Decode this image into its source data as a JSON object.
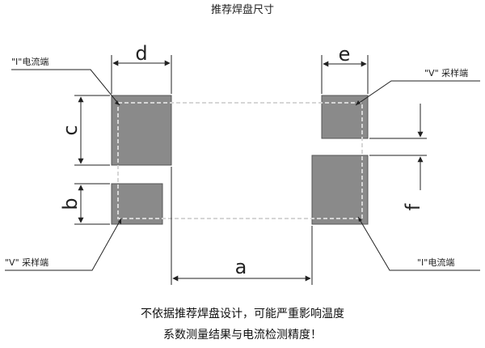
{
  "title": "推荐焊盘尺寸",
  "dimensions": {
    "a": "a",
    "b": "b",
    "c": "c",
    "d": "d",
    "e": "e",
    "f": "f"
  },
  "callouts": {
    "top_left": "\"I\"电流端",
    "top_right": "\"V\" 采样端",
    "bottom_left": "\"V\" 采样端",
    "bottom_right": "\"I\"电流端"
  },
  "note": {
    "line1": "不依据推荐焊盘设计，可能严重影响温度",
    "line2": "系数测量结果与电流检测精度！"
  },
  "colors": {
    "pad_fill": "#8a8a8a",
    "pad_stroke": "#555555",
    "outline": "#cfcfcf",
    "line": "#222222"
  }
}
